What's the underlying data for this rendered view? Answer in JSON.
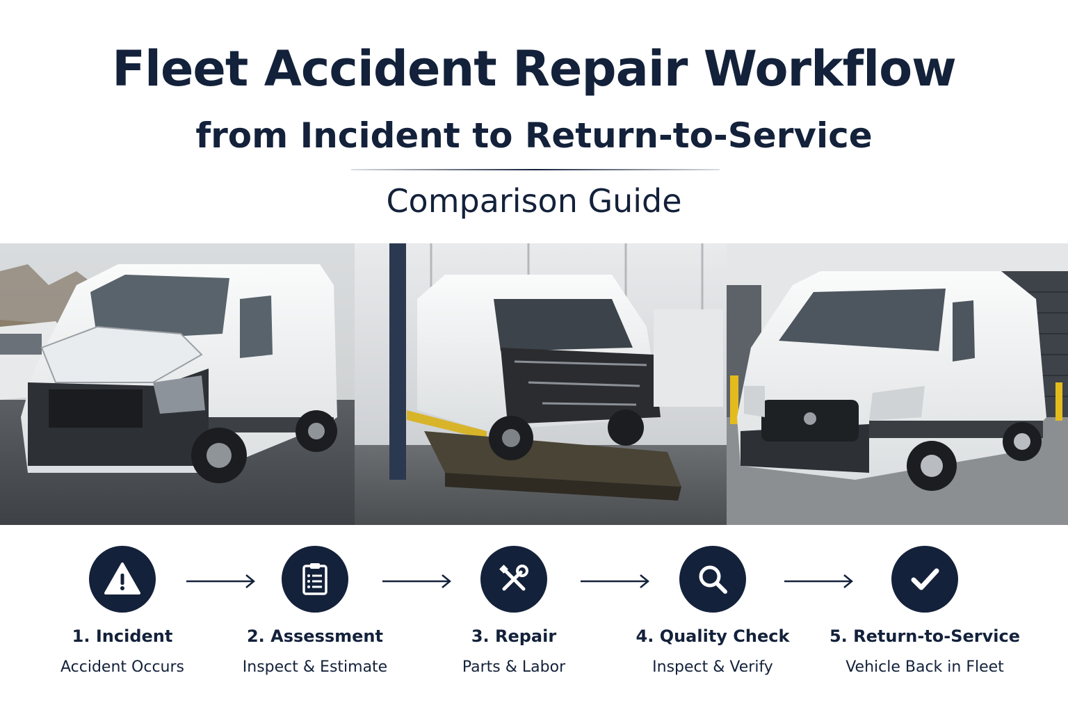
{
  "header": {
    "title": "Fleet Accident Repair Workflow",
    "subtitle": "from Incident to Return-to-Service",
    "guide_label": "Comparison Guide"
  },
  "colors": {
    "navy": "#14213a",
    "van_white": "#f2f3f3",
    "lift_yellow": "#d8b42a"
  },
  "photos": [
    {
      "name": "damaged-van-photo"
    },
    {
      "name": "van-on-repair-frame-photo"
    },
    {
      "name": "repaired-van-photo"
    }
  ],
  "steps": [
    {
      "icon": "warning-icon",
      "title": "1. Incident",
      "desc": "Accident Occurs"
    },
    {
      "icon": "clipboard-icon",
      "title": "2. Assessment",
      "desc": "Inspect & Estimate"
    },
    {
      "icon": "tools-icon",
      "title": "3. Repair",
      "desc": "Parts & Labor"
    },
    {
      "icon": "magnifier-icon",
      "title": "4. Quality Check",
      "desc": "Inspect & Verify"
    },
    {
      "icon": "checkmark-icon",
      "title": "5. Return-to-Service",
      "desc": "Vehicle Back in Fleet"
    }
  ]
}
